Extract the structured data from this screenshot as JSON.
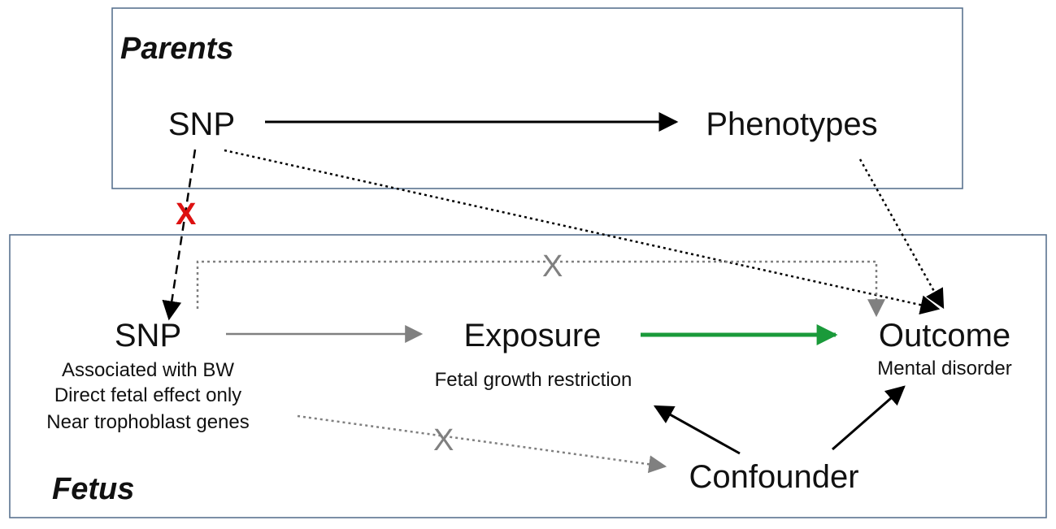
{
  "parents_box": {
    "title": "Parents"
  },
  "fetus_box": {
    "title": "Fetus"
  },
  "nodes": {
    "parent_snp": "SNP",
    "phenotypes": "Phenotypes",
    "fetal_snp": "SNP",
    "fetal_snp_notes": [
      "Associated with BW",
      "Direct fetal effect only",
      "Near trophoblast genes"
    ],
    "exposure": "Exposure",
    "exposure_note": "Fetal growth restriction",
    "outcome": "Outcome",
    "outcome_note": "Mental disorder",
    "confounder": "Confounder"
  },
  "marks": {
    "red_x": "X",
    "grey_x_top": "X",
    "grey_x_bottom": "X"
  },
  "colors": {
    "box_border": "#5a7390",
    "causal_arrow": "#1a9a3a",
    "blocked_x": "#dd1111",
    "grey_path": "#808080",
    "solid_arrow": "#000000"
  }
}
